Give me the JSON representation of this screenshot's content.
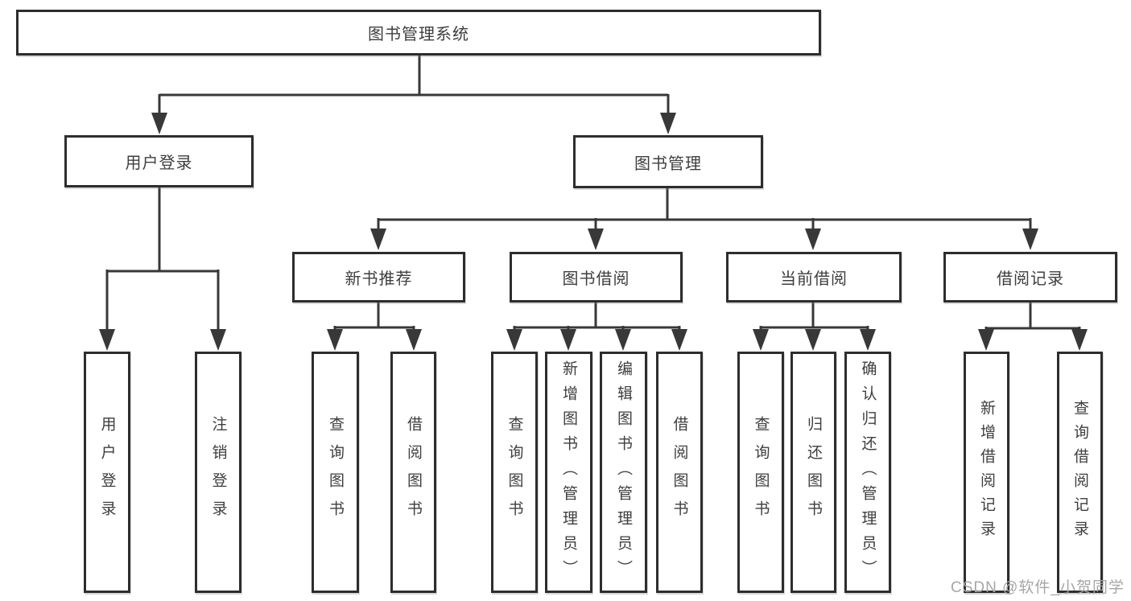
{
  "diagram": {
    "root": {
      "label": "图书管理系统"
    },
    "branches": [
      {
        "label": "用户登录",
        "children": [
          "用户登录",
          "注销登录"
        ]
      },
      {
        "label": "图书管理",
        "children": [
          {
            "label": "新书推荐",
            "children": [
              "查询图书",
              "借阅图书"
            ]
          },
          {
            "label": "图书借阅",
            "children": [
              "查询图书",
              "新增图书（管理员）",
              "编辑图书（管理员）",
              "借阅图书"
            ]
          },
          {
            "label": "当前借阅",
            "children": [
              "查询图书",
              "归还图书",
              "确认归还（管理员）"
            ]
          },
          {
            "label": "借阅记录",
            "children": [
              "新增借阅记录",
              "查询借阅记录"
            ]
          }
        ]
      }
    ]
  },
  "colors": {
    "line": "#383838",
    "border": "#2d2d2d",
    "text": "#3e3e3e",
    "watermark": "#a6a6a6"
  },
  "watermark": "CSDN @软件_小贺同学"
}
